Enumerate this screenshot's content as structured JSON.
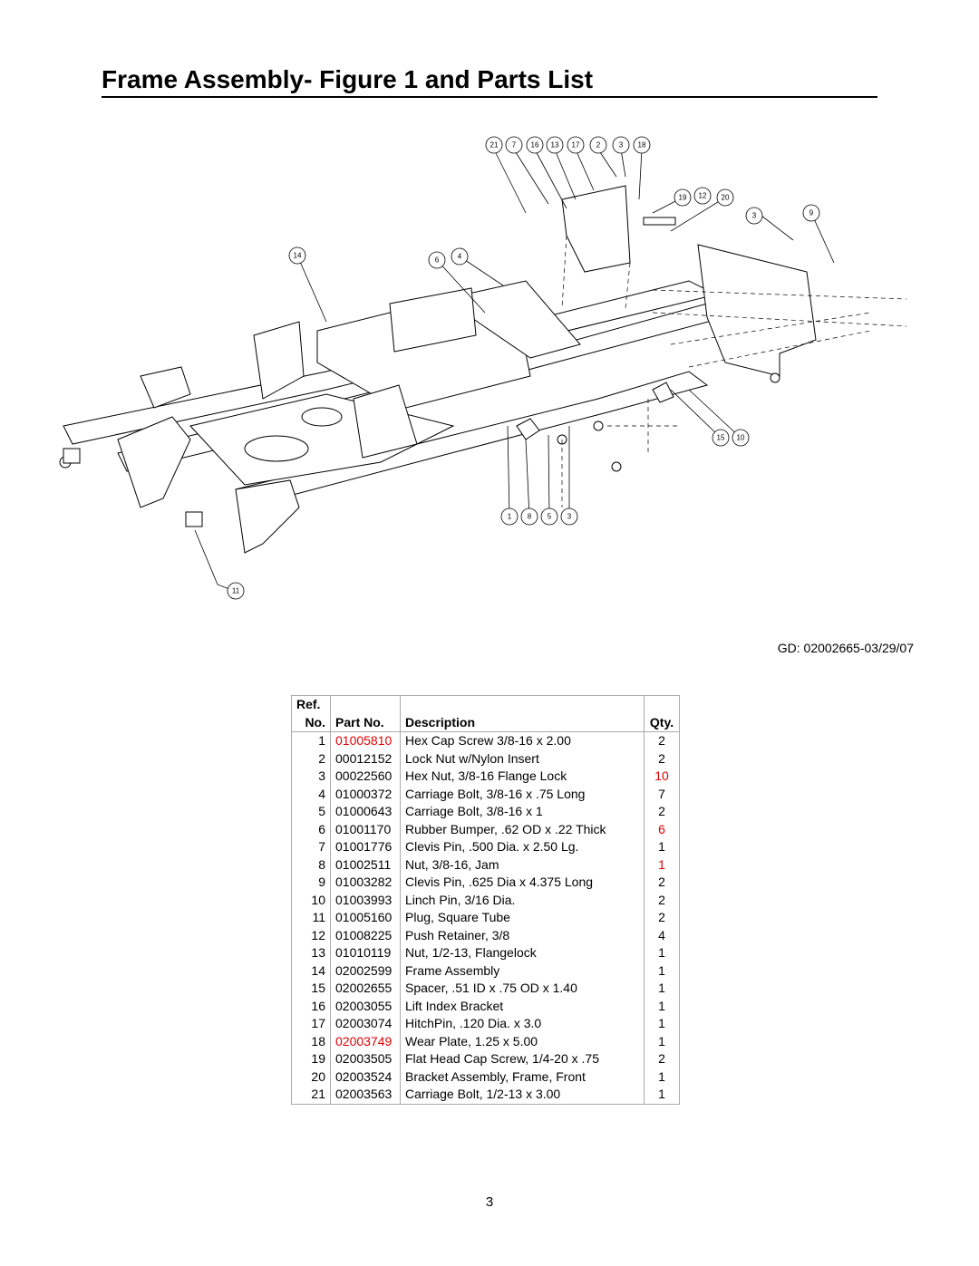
{
  "header": {
    "title_bold": "Frame Assembly",
    "title_rest": "- Figure 1 and Parts List"
  },
  "figure": {
    "callouts": [
      "21",
      "7",
      "16",
      "13",
      "17",
      "2",
      "3",
      "18",
      "19",
      "12",
      "20",
      "3",
      "9",
      "14",
      "6",
      "4",
      "15",
      "10",
      "1",
      "8",
      "5",
      "3",
      "11"
    ],
    "drawing_code": "GD: 02002665-03/29/07"
  },
  "table": {
    "headers": {
      "ref_top": "Ref.",
      "ref": "No.",
      "part": "Part No.",
      "desc": "Description",
      "qty": "Qty."
    },
    "rows": [
      {
        "ref": "1",
        "part": "01005810",
        "desc": "Hex Cap Screw 3/8-16 x 2.00",
        "qty": "2"
      },
      {
        "ref": "2",
        "part": "00012152",
        "desc": "Lock Nut w/Nylon Insert",
        "qty": "2"
      },
      {
        "ref": "3",
        "part": "00022560",
        "desc": "Hex Nut, 3/8-16 Flange Lock",
        "qty": "10"
      },
      {
        "ref": "4",
        "part": "01000372",
        "desc": "Carriage Bolt, 3/8-16 x .75 Long",
        "qty": "7"
      },
      {
        "ref": "5",
        "part": "01000643",
        "desc": "Carriage Bolt, 3/8-16 x 1",
        "qty": "2"
      },
      {
        "ref": "6",
        "part": "01001170",
        "desc": "Rubber Bumper, .62 OD x .22 Thick",
        "qty": "6"
      },
      {
        "ref": "7",
        "part": "01001776",
        "desc": "Clevis Pin, .500 Dia. x 2.50 Lg.",
        "qty": "1"
      },
      {
        "ref": "8",
        "part": "01002511",
        "desc": "Nut, 3/8-16, Jam",
        "qty": "1"
      },
      {
        "ref": "9",
        "part": "01003282",
        "desc": "Clevis Pin, .625 Dia x 4.375 Long",
        "qty": "2"
      },
      {
        "ref": "10",
        "part": "01003993",
        "desc": "Linch Pin, 3/16 Dia.",
        "qty": "2"
      },
      {
        "ref": "11",
        "part": "01005160",
        "desc": "Plug, Square Tube",
        "qty": "2"
      },
      {
        "ref": "12",
        "part": "01008225",
        "desc": "Push Retainer, 3/8",
        "qty": "4"
      },
      {
        "ref": "13",
        "part": "01010119",
        "desc": "Nut, 1/2-13, Flangelock",
        "qty": "1"
      },
      {
        "ref": "14",
        "part": "02002599",
        "desc": "Frame Assembly",
        "qty": "1"
      },
      {
        "ref": "15",
        "part": "02002655",
        "desc": "Spacer, .51 ID x .75 OD x 1.40",
        "qty": "1"
      },
      {
        "ref": "16",
        "part": "02003055",
        "desc": "Lift Index Bracket",
        "qty": "1"
      },
      {
        "ref": "17",
        "part": "02003074",
        "desc": "HitchPin, .120 Dia. x 3.0",
        "qty": "1"
      },
      {
        "ref": "18",
        "part": "02003749",
        "desc": "Wear Plate, 1.25 x 5.00",
        "qty": "1"
      },
      {
        "ref": "19",
        "part": "02003505",
        "desc": "Flat Head Cap Screw, 1/4-20 x .75",
        "qty": "2"
      },
      {
        "ref": "20",
        "part": "02003524",
        "desc": "Bracket Assembly, Frame, Front",
        "qty": "1"
      },
      {
        "ref": "21",
        "part": "02003563",
        "desc": "Carriage Bolt, 1/2-13 x 3.00",
        "qty": "1"
      }
    ],
    "highlights": {
      "red_parts": [
        "01005810",
        "02003749"
      ],
      "red_qty_refs": [
        "3",
        "6",
        "8"
      ],
      "highlight_color": "#e00000"
    }
  },
  "footer": {
    "page_number": "3"
  }
}
